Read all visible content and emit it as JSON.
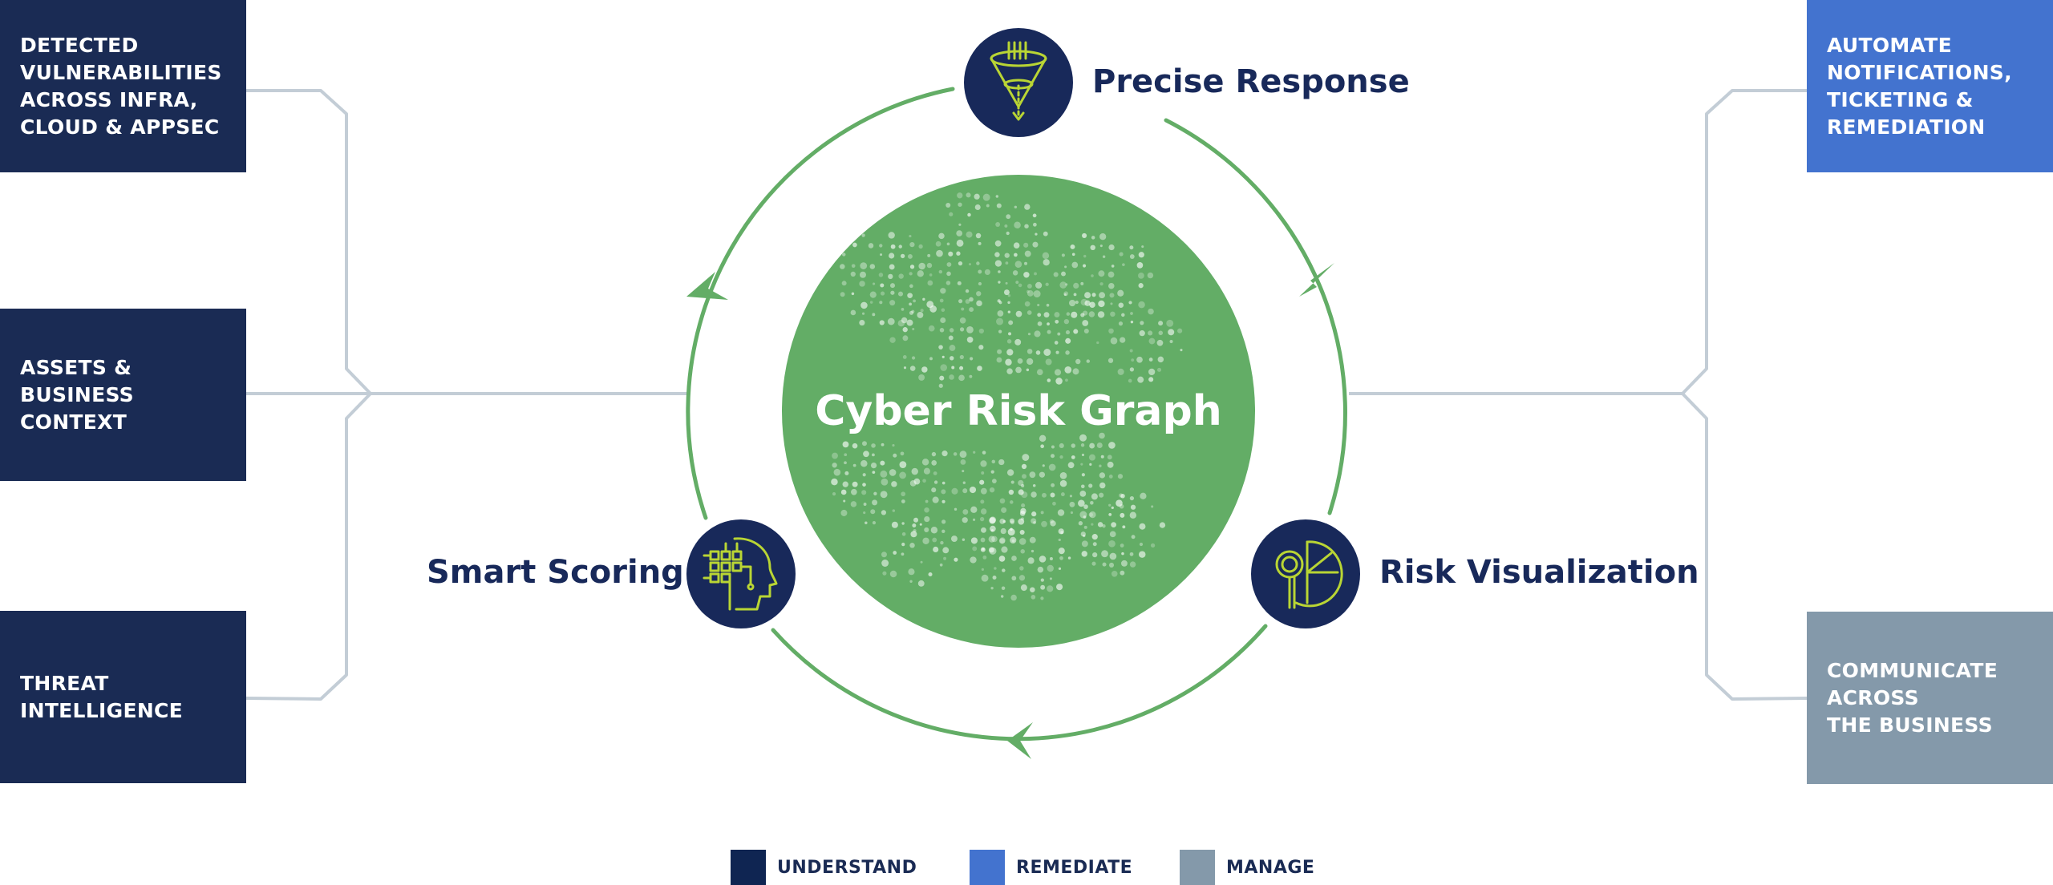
{
  "center": {
    "title": "Cyber Risk Graph"
  },
  "steps": {
    "top": "Precise Response",
    "left": "Smart Scoring",
    "right": "Risk Visualization"
  },
  "inputs": [
    {
      "label": "DETECTED\nVULNERABILITIES\nACROSS INFRA,\nCLOUD & APPSEC"
    },
    {
      "label": "ASSETS &\nBUSINESS\nCONTEXT"
    },
    {
      "label": "THREAT\nINTELLIGENCE"
    }
  ],
  "outputs": [
    {
      "label": "AUTOMATE\nNOTIFICATIONS,\nTICKETING &\nREMEDIATION"
    },
    {
      "label": "COMMUNICATE\nACROSS\nTHE BUSINESS"
    }
  ],
  "legend": [
    {
      "label": "UNDERSTAND",
      "color": "#0f2552"
    },
    {
      "label": "REMEDIATE",
      "color": "#4373cf"
    },
    {
      "label": "MANAGE",
      "color": "#8499aa"
    }
  ],
  "colors": {
    "understand": "#1a2b54",
    "remediate": "#4373cf",
    "manage": "#8499aa",
    "cycle_green": "#63ad66",
    "icon_lime": "#b9d534",
    "connector_gray": "#c3cdd6"
  },
  "icons": {
    "top": "funnel-icon",
    "left": "ai-head-icon",
    "right": "magnifier-pie-chart-icon"
  }
}
